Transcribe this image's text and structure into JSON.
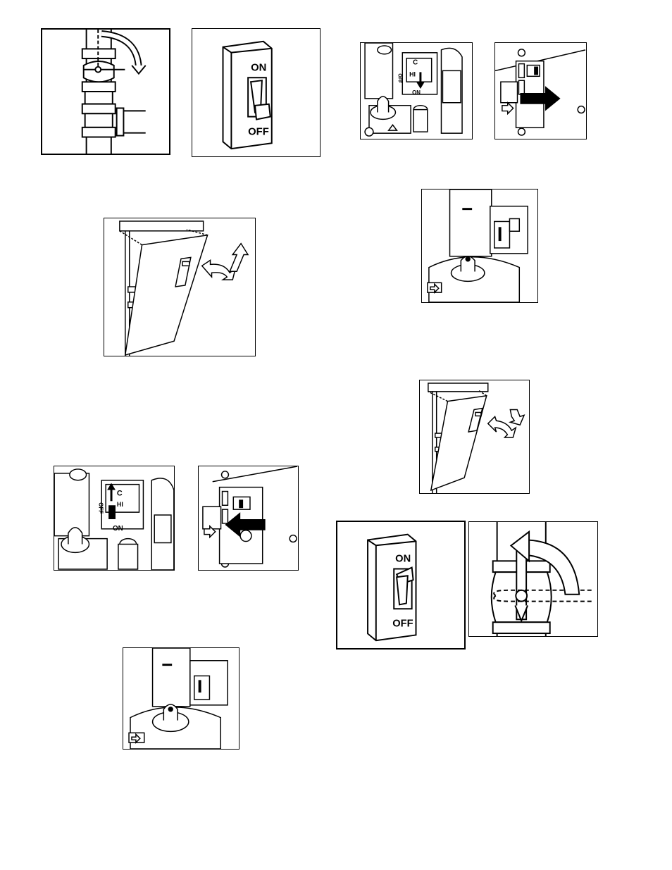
{
  "switch_top": {
    "on": "ON",
    "off": "OFF"
  },
  "switch_bottom": {
    "on": "ON",
    "off": "OFF"
  },
  "valve_top_right": {
    "c": "C",
    "hi": "HI",
    "off": "OFF",
    "on": "ON"
  },
  "valve_left": {
    "c": "C",
    "hi": "HI",
    "off": "OFF",
    "on": "ON"
  },
  "colors": {
    "line": "#000000",
    "background": "#ffffff"
  }
}
